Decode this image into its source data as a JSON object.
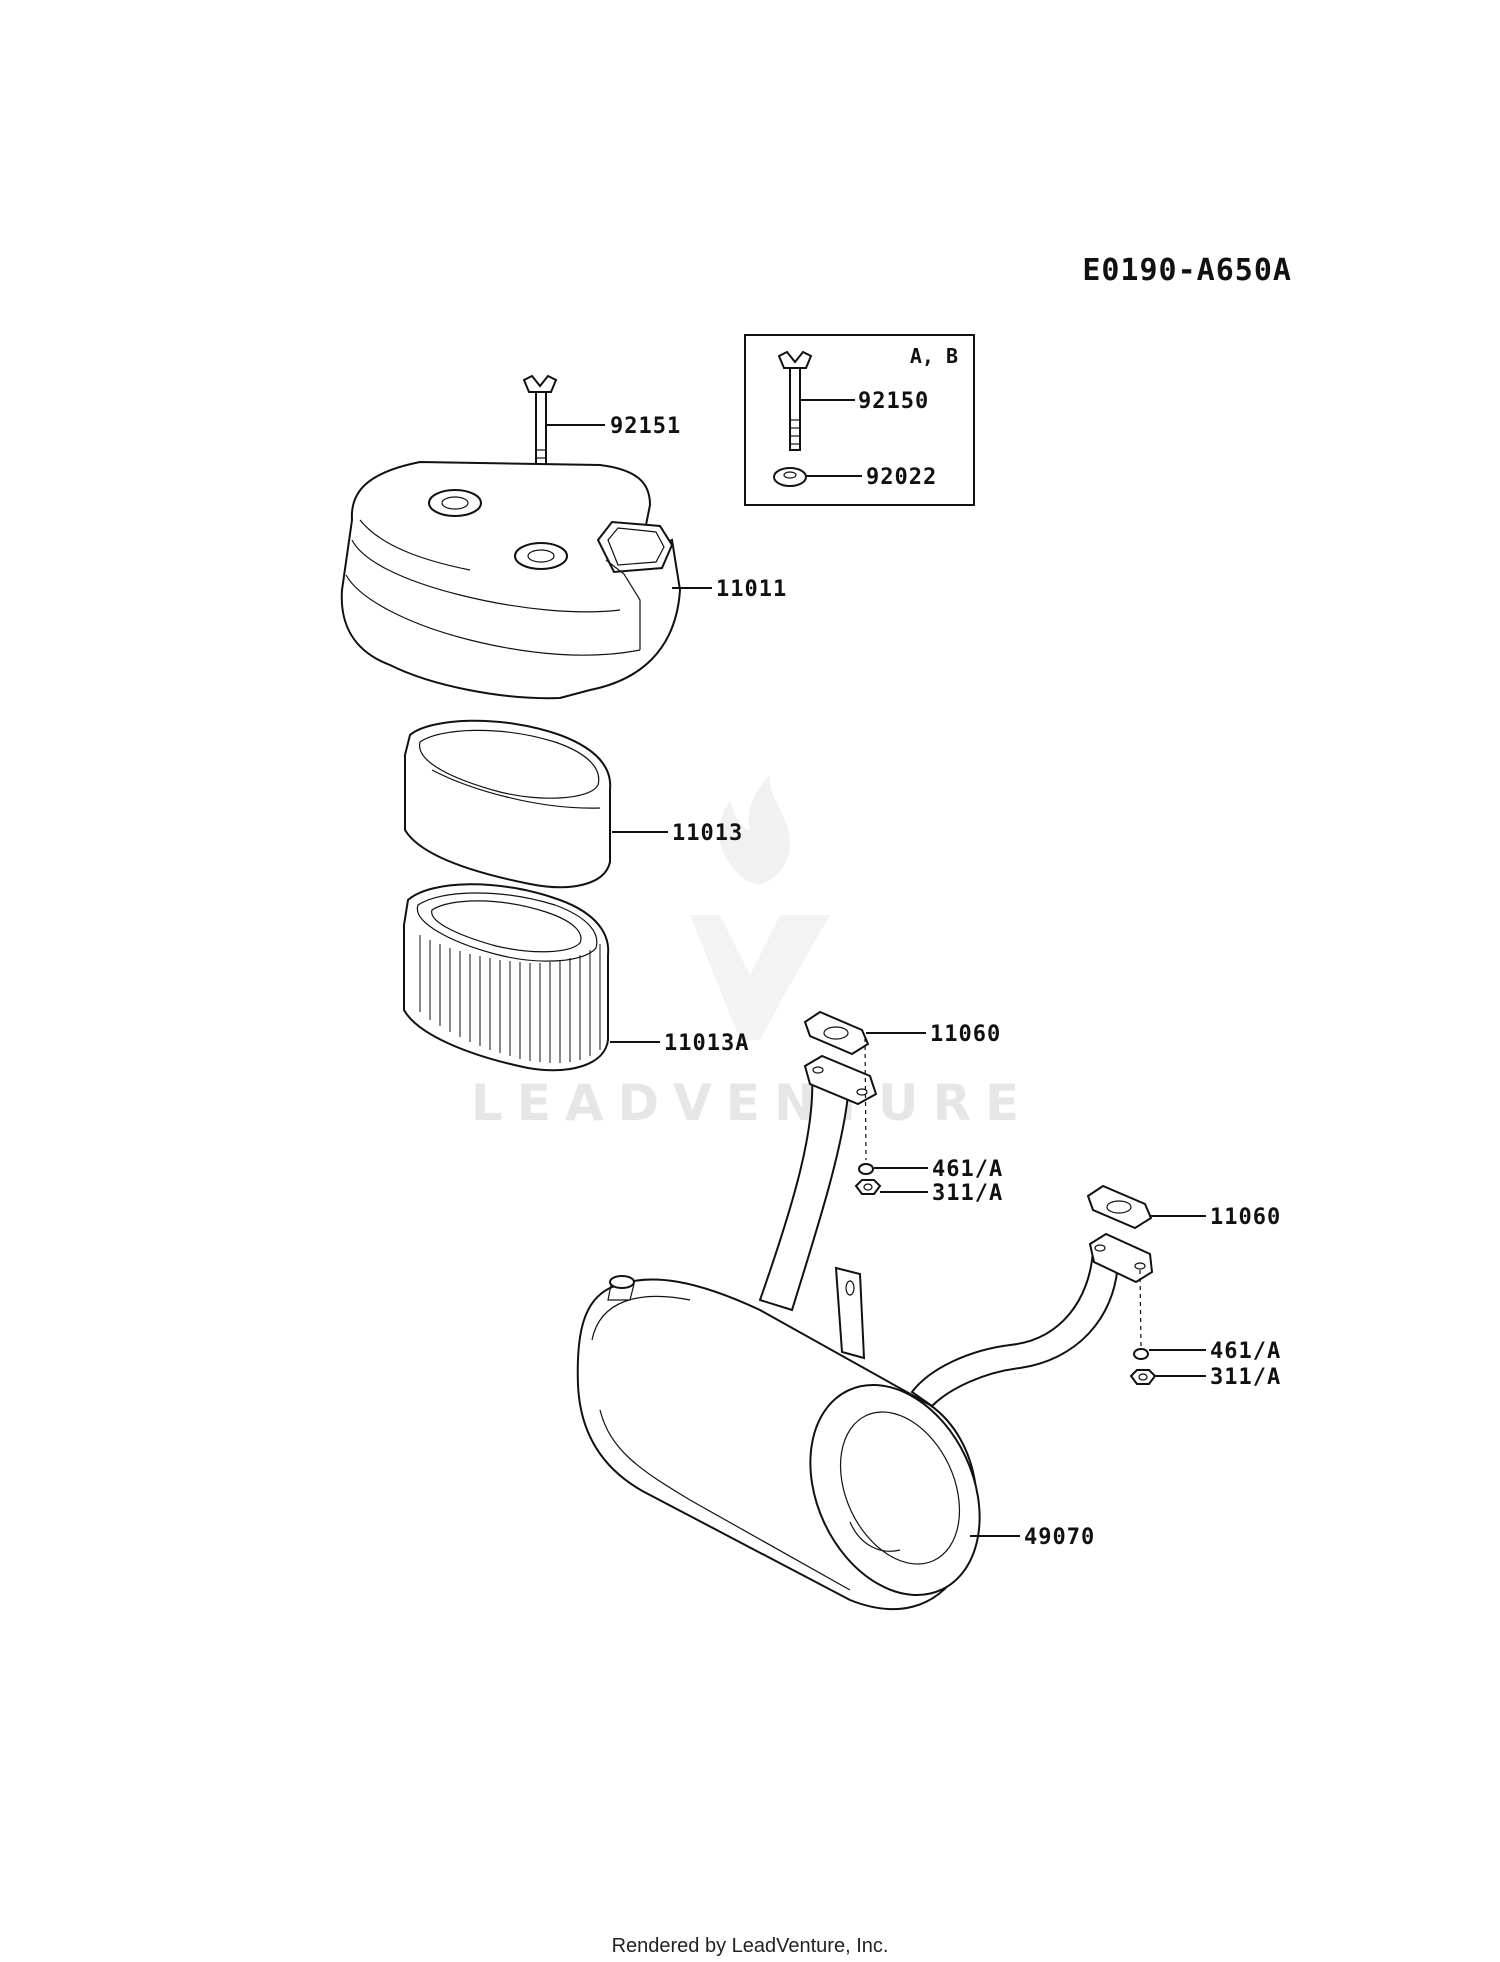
{
  "diagram": {
    "sheet_code": "E0190-A650A",
    "inset_note": "A, B",
    "watermark": "LEADVENTURE",
    "footer": "Rendered by LeadVenture, Inc.",
    "parts": [
      {
        "id": "p92151",
        "label": "92151"
      },
      {
        "id": "p92150",
        "label": "92150"
      },
      {
        "id": "p92022",
        "label": "92022"
      },
      {
        "id": "p11011",
        "label": "11011"
      },
      {
        "id": "p11013",
        "label": "11013"
      },
      {
        "id": "p11013A",
        "label": "11013A"
      },
      {
        "id": "p11060a",
        "label": "11060"
      },
      {
        "id": "p461a",
        "label": "461/A"
      },
      {
        "id": "p311a",
        "label": "311/A"
      },
      {
        "id": "p11060b",
        "label": "11060"
      },
      {
        "id": "p461b",
        "label": "461/A"
      },
      {
        "id": "p311b",
        "label": "311/A"
      },
      {
        "id": "p49070",
        "label": "49070"
      }
    ]
  }
}
